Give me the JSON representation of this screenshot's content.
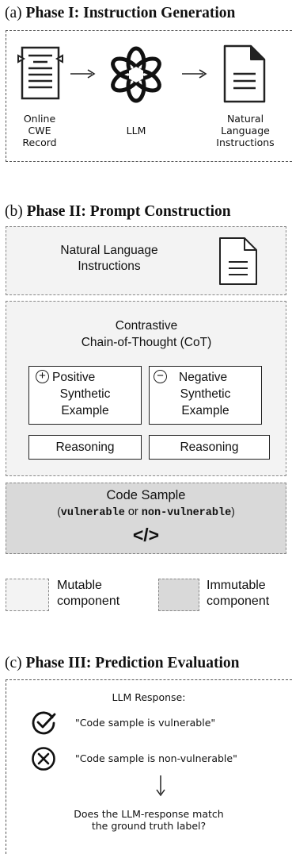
{
  "phase1": {
    "prefix": "(a) ",
    "title": "Phase I: Instruction Generation",
    "items": [
      {
        "lines": [
          "Online",
          "CWE",
          "Record"
        ],
        "icon": "document-record-icon"
      },
      {
        "lines": [
          "LLM"
        ],
        "icon": "llm-logo-icon"
      },
      {
        "lines": [
          "Natural",
          "Language",
          "Instructions"
        ],
        "icon": "document-icon"
      }
    ]
  },
  "phase2": {
    "prefix": "(b) ",
    "title": "Phase II: Prompt Construction",
    "instructions_box": {
      "line1": "Natural Language",
      "line2": "Instructions"
    },
    "cot": {
      "title_line1": "Contrastive",
      "title_line2": "Chain-of-Thought (CoT)",
      "positive": {
        "line1": "Positive",
        "line2": "Synthetic",
        "line3": "Example",
        "symbol": "+"
      },
      "negative": {
        "line1": "Negative",
        "line2": "Synthetic",
        "line3": "Example",
        "symbol": "−"
      },
      "reasoning_left": "Reasoning",
      "reasoning_right": "Reasoning"
    },
    "code_sample": {
      "title": "Code Sample",
      "open_paren": "(",
      "vulnerable": "vulnerable",
      "or": " or ",
      "non_vulnerable": "non-vulnerable",
      "close_paren": ")",
      "code_symbol": "</>"
    },
    "legend": {
      "mutable_line1": "Mutable",
      "mutable_line2": "component",
      "immutable_line1": "Immutable",
      "immutable_line2": "component",
      "mutable_color": "#f3f3f3",
      "immutable_color": "#d9d9d9"
    }
  },
  "phase3": {
    "prefix": "(c) ",
    "title": "Phase III: Prediction Evaluation",
    "response_header": "LLM Response:",
    "response_vulnerable": "\"Code sample is vulnerable\"",
    "response_non_vulnerable": "\"Code sample is non-vulnerable\"",
    "question_line1": "Does the LLM-response match",
    "question_line2": "the ground truth label?"
  }
}
